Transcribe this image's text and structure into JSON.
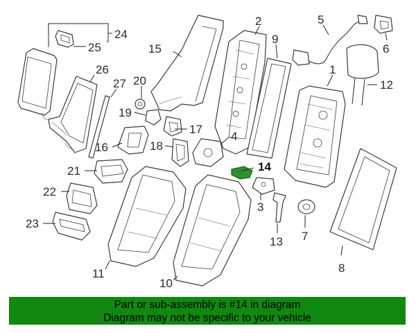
{
  "diagram": {
    "highlight_part": "14",
    "highlight_color": "#2f8f2f",
    "callouts": [
      {
        "id": "1",
        "label": "1"
      },
      {
        "id": "2",
        "label": "2"
      },
      {
        "id": "3",
        "label": "3"
      },
      {
        "id": "4",
        "label": "4"
      },
      {
        "id": "5",
        "label": "5"
      },
      {
        "id": "6",
        "label": "6"
      },
      {
        "id": "7",
        "label": "7"
      },
      {
        "id": "8",
        "label": "8"
      },
      {
        "id": "9",
        "label": "9"
      },
      {
        "id": "10",
        "label": "10"
      },
      {
        "id": "11",
        "label": "11"
      },
      {
        "id": "12",
        "label": "12"
      },
      {
        "id": "13",
        "label": "13"
      },
      {
        "id": "14",
        "label": "14"
      },
      {
        "id": "15",
        "label": "15"
      },
      {
        "id": "16",
        "label": "16"
      },
      {
        "id": "17",
        "label": "17"
      },
      {
        "id": "18",
        "label": "18"
      },
      {
        "id": "19",
        "label": "19"
      },
      {
        "id": "20",
        "label": "20"
      },
      {
        "id": "21",
        "label": "21"
      },
      {
        "id": "22",
        "label": "22"
      },
      {
        "id": "23",
        "label": "23"
      },
      {
        "id": "24",
        "label": "24"
      },
      {
        "id": "25",
        "label": "25"
      },
      {
        "id": "26",
        "label": "26"
      },
      {
        "id": "27",
        "label": "27"
      }
    ]
  },
  "banner": {
    "line1": "Part or sub-assembly is #14 in diagram",
    "line2": "Diagram may not be specific to your vehicle",
    "color": "#118811"
  }
}
